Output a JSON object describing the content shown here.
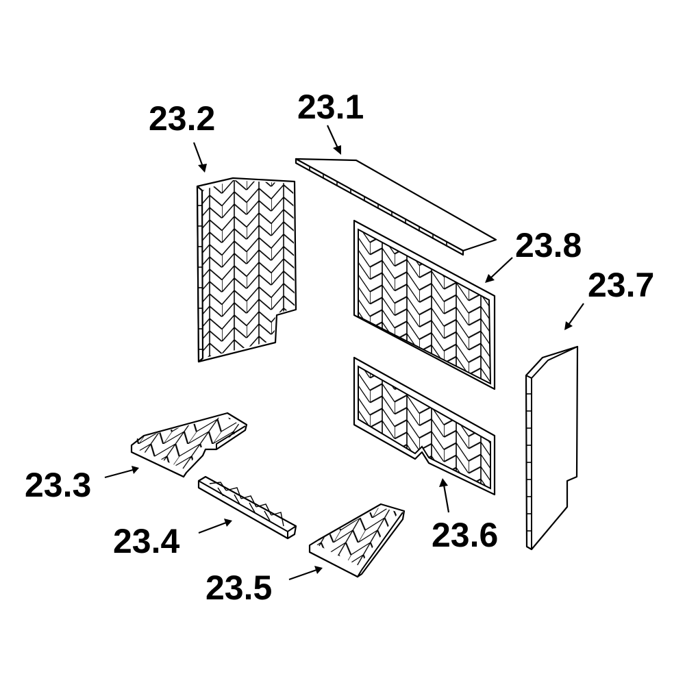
{
  "diagram": {
    "labels": {
      "p1": "23.1",
      "p2": "23.2",
      "p3": "23.3",
      "p4": "23.4",
      "p5": "23.5",
      "p6": "23.6",
      "p7": "23.7",
      "p8": "23.8"
    },
    "colors": {
      "line": "#000000",
      "background": "#ffffff"
    }
  }
}
